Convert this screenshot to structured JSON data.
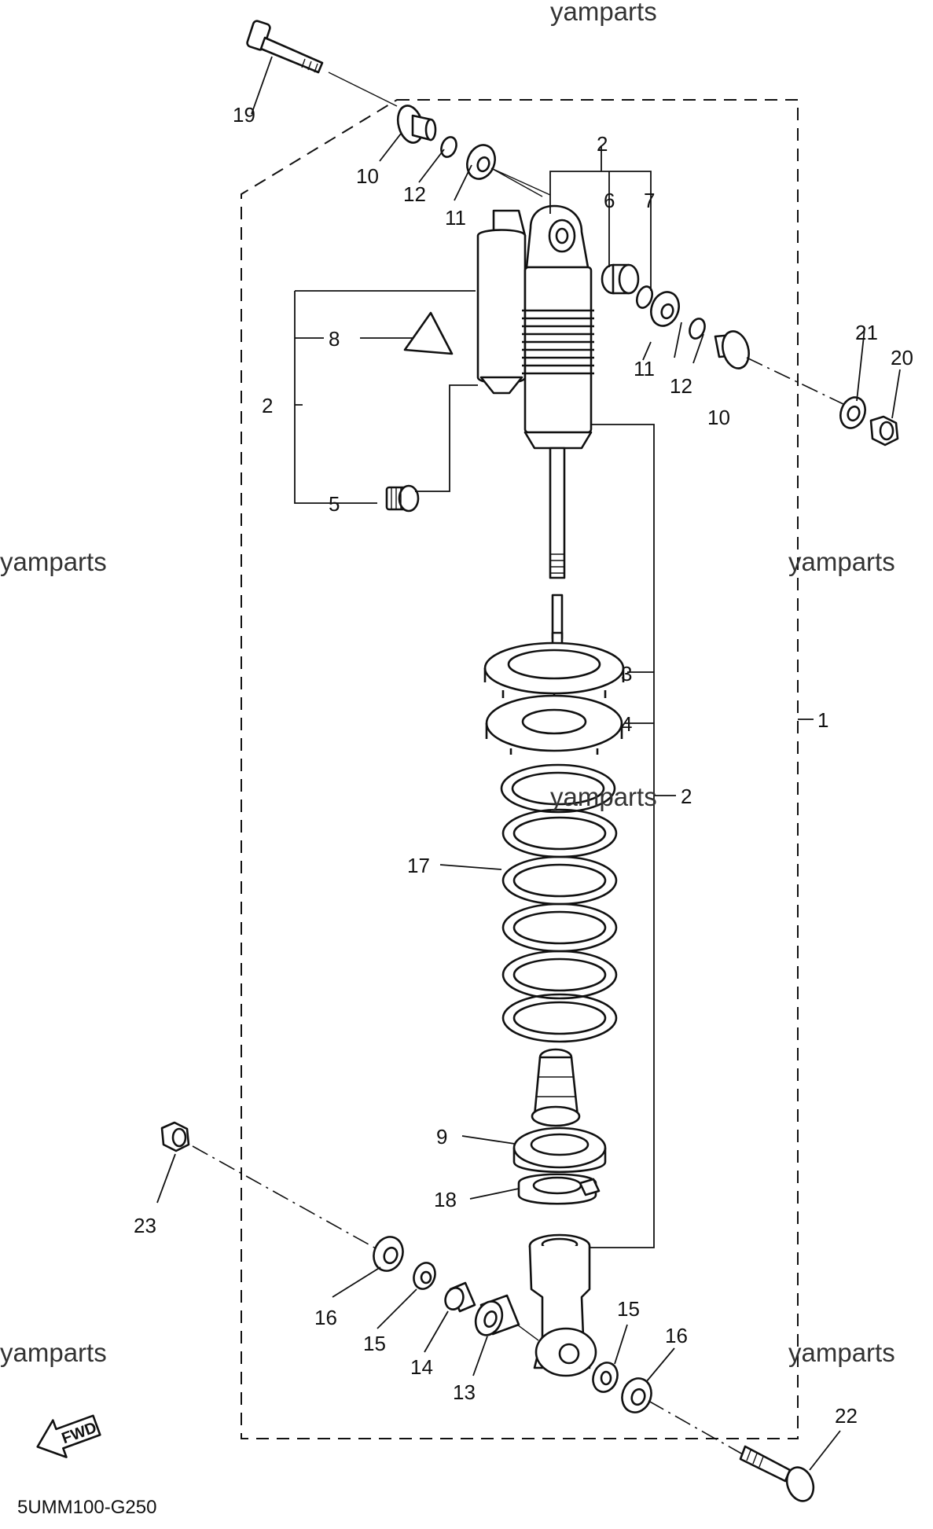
{
  "diagram": {
    "code": "5UMM100-G250",
    "fwd_label": "FWD",
    "watermarks": [
      "yamparts",
      "yamparts",
      "yamparts",
      "yamparts",
      "yamparts",
      "yamparts"
    ],
    "callouts": {
      "c19": "19",
      "c10a": "10",
      "c12a": "12",
      "c11a": "11",
      "c2a": "2",
      "c6": "6",
      "c7": "7",
      "c8": "8",
      "c2b": "2",
      "c5": "5",
      "c11b": "11",
      "c12b": "12",
      "c10b": "10",
      "c21": "21",
      "c20": "20",
      "c3": "3",
      "c4": "4",
      "c1": "1",
      "c2c": "2",
      "c17": "17",
      "c9": "9",
      "c18": "18",
      "c23": "23",
      "c16a": "16",
      "c15a": "15",
      "c14": "14",
      "c13": "13",
      "c15b": "15",
      "c16b": "16",
      "c22": "22"
    }
  }
}
